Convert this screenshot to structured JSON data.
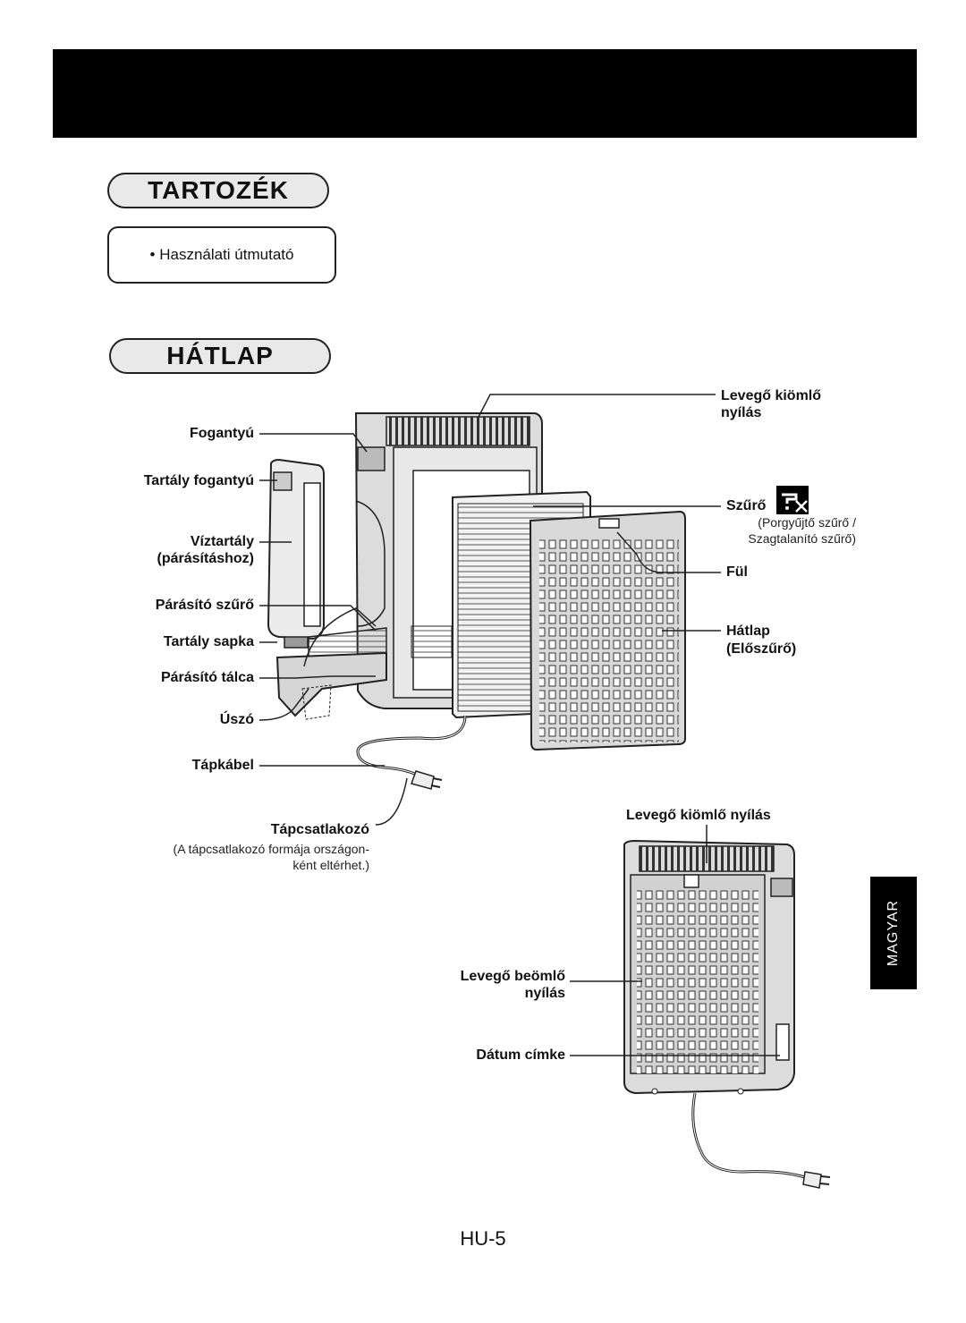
{
  "sections": {
    "accessories_title": "TARTOZÉK",
    "accessories_item": "• Használati útmutató",
    "back_title": "HÁTLAP"
  },
  "labels": {
    "fogantyu": "Fogantyú",
    "tartaly_fogantyu": "Tartály fogantyú",
    "viztartaly": "Víztartály",
    "viztartaly_sub": "(párásításhoz)",
    "parasito_szuro": "Párásító szűrő",
    "tartaly_sapka": "Tartály sapka",
    "parasito_talca": "Párásító tálca",
    "uszo": "Úszó",
    "tapkabel": "Tápkábel",
    "tapcsatlakozo": "Tápcsatlakozó",
    "tapcsatlakozo_note_1": "(A tápcsatlakozó formája országon-",
    "tapcsatlakozo_note_2": "ként eltérhet.)",
    "levego_kiomlo_1": "Levegő kiömlő",
    "levego_kiomlo_2": "nyílás",
    "szuro": "Szűrő",
    "szuro_note_1": "(Porgyűjtő szűrő /",
    "szuro_note_2": "Szagtalanító szűrő)",
    "ful": "Fül",
    "hatlap_1": "Hátlap",
    "hatlap_2": "(Előszűrő)",
    "levego_kiomlo_full": "Levegő kiömlő nyílás",
    "levego_beomlo_1": "Levegő beömlő",
    "levego_beomlo_2": "nyílás",
    "datum_cimke": "Dátum címke"
  },
  "side_tab": "MAGYAR",
  "page_number": "HU-5",
  "icons": [
    "no-water-wash-icon"
  ]
}
